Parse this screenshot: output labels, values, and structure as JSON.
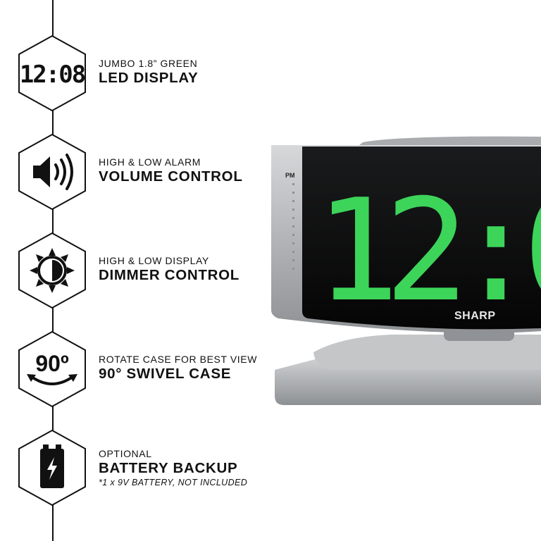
{
  "features": [
    {
      "id": "display",
      "icon": "led-digits-icon",
      "icon_text": "12:08",
      "subtitle": "JUMBO 1.8” GREEN",
      "headline": "LED DISPLAY"
    },
    {
      "id": "volume",
      "icon": "speaker-volume-icon",
      "subtitle": "HIGH & LOW ALARM",
      "headline": "VOLUME CONTROL"
    },
    {
      "id": "dimmer",
      "icon": "brightness-sun-icon",
      "subtitle": "HIGH & LOW DISPLAY",
      "headline": "DIMMER CONTROL"
    },
    {
      "id": "swivel",
      "icon": "rotate-90-icon",
      "icon_text": "90º",
      "subtitle": "ROTATE CASE FOR BEST VIEW",
      "headline": "90° SWIVEL CASE"
    },
    {
      "id": "battery",
      "icon": "battery-charge-icon",
      "subtitle": "OPTIONAL",
      "headline": "BATTERY BACKUP",
      "note": "*1 x 9V BATTERY, NOT INCLUDED"
    }
  ],
  "product": {
    "brand": "SHARP",
    "pm_label": "PM",
    "display_time": "12:0",
    "display_color": "#3dd45a",
    "case_color": "#b8babd"
  },
  "colors": {
    "ink": "#111111",
    "background": "#ffffff"
  }
}
